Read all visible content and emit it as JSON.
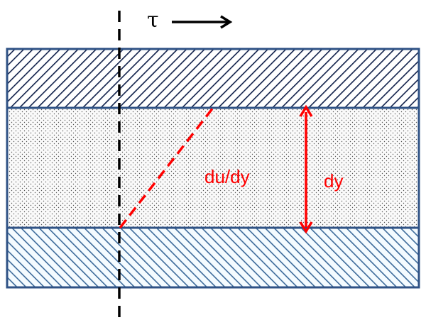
{
  "labels": {
    "shear_stress": "τ",
    "velocity_gradient": "du/dy",
    "gap": "dy"
  },
  "colors": {
    "border": "#2f5285",
    "top_hatch": "#10204a",
    "bottom_hatch": "#3c6a9a",
    "annotation": "#ff0000",
    "axis": "#000000"
  }
}
